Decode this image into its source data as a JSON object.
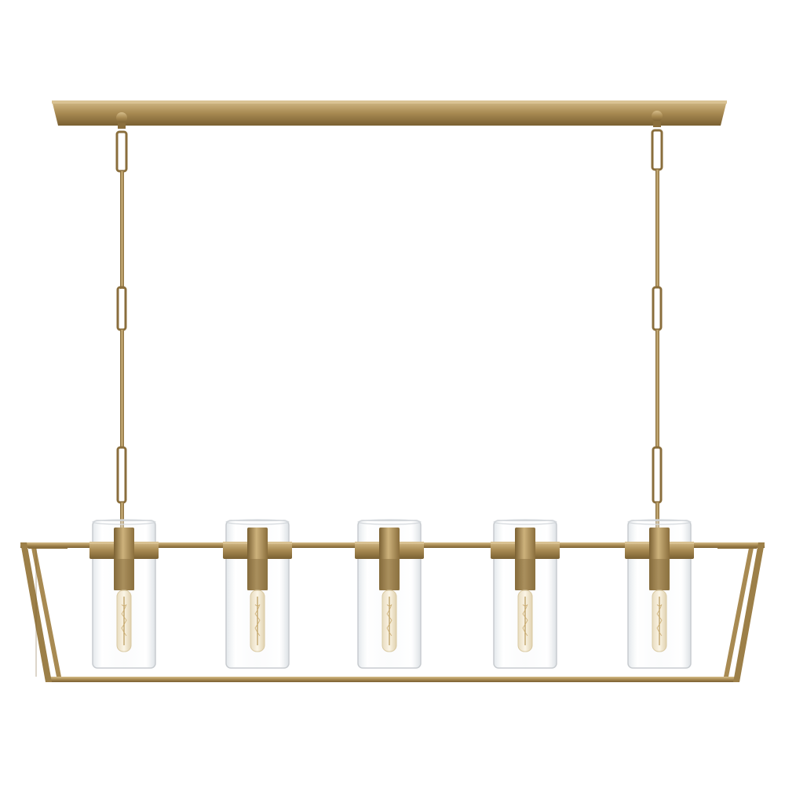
{
  "product": {
    "subject": "linear-lantern-chandelier",
    "lamp_count": 5,
    "finish": "antique-brass",
    "shade": "clear-glass-cylinder"
  },
  "colors": {
    "background": "#ffffff",
    "brass_light": "#c9ad78",
    "brass_mid": "#a88a52",
    "brass_dark": "#7a6032",
    "glass_edge": "#c8ccd0",
    "glass_fill": "#eef1f3",
    "bulb_glow": "#f3ead6"
  }
}
